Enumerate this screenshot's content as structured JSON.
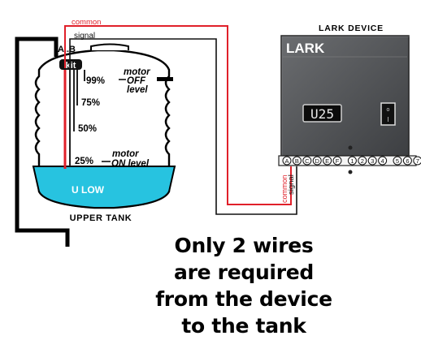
{
  "device": {
    "title": "LARK DEVICE",
    "logo": "LARK",
    "display": "U25",
    "switch_on": "o",
    "switch_off": "I",
    "terminals": [
      "A",
      "B",
      "C",
      "D",
      "E",
      "F",
      "1",
      "2",
      "3",
      "4",
      "5",
      "6",
      "7"
    ]
  },
  "wires": {
    "common_label": "common",
    "signal_label": "signal",
    "common_color": "#e0202a",
    "signal_color": "#111111"
  },
  "tank": {
    "probe_label": "A..B",
    "kit_label": "kit",
    "levels": {
      "l99": "99%",
      "l75": "75%",
      "l50": "50%",
      "l25": "25%"
    },
    "motor_off": [
      "motor",
      "OFF",
      "level"
    ],
    "motor_on": [
      "motor",
      "ON level"
    ],
    "water_label": "U LOW",
    "name": "UPPER TANK",
    "water_color": "#27c3e0"
  },
  "headline": [
    "Only 2 wires",
    "are required",
    "from the device",
    "to the tank"
  ]
}
